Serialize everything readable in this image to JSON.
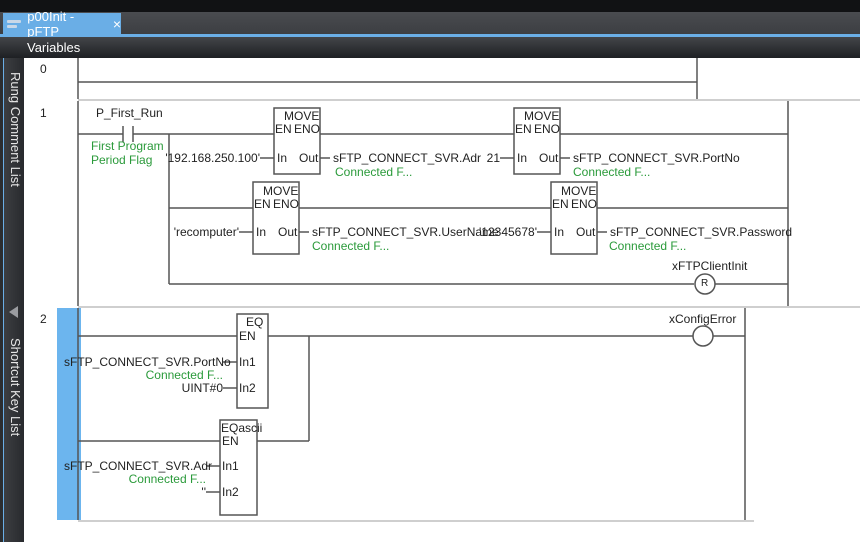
{
  "tab": {
    "title": "p00Init - pFTP",
    "close_label": "×",
    "icon": "program-icon"
  },
  "variables_bar": {
    "label": "Variables"
  },
  "side_panels": {
    "top": "Rung Comment List",
    "bottom": "Shortcut Key List"
  },
  "rungs": [
    {
      "number": "0"
    },
    {
      "number": "1",
      "contact": {
        "variable": "P_First_Run",
        "comment_line1": "First Program",
        "comment_line2": "Period Flag"
      },
      "blocks": [
        {
          "name": "MOVE",
          "en": "EN",
          "eno": "ENO",
          "in_pin": "In",
          "out_pin": "Out",
          "input": "'192.168.250.100'",
          "output": "sFTP_CONNECT_SVR.Adr",
          "output_comment": "Connected F..."
        },
        {
          "name": "MOVE",
          "en": "EN",
          "eno": "ENO",
          "in_pin": "In",
          "out_pin": "Out",
          "input": "21",
          "output": "sFTP_CONNECT_SVR.PortNo",
          "output_comment": "Connected F..."
        },
        {
          "name": "MOVE",
          "en": "EN",
          "eno": "ENO",
          "in_pin": "In",
          "out_pin": "Out",
          "input": "'recomputer'",
          "output": "sFTP_CONNECT_SVR.UserName",
          "output_comment": "Connected F..."
        },
        {
          "name": "MOVE",
          "en": "EN",
          "eno": "ENO",
          "in_pin": "In",
          "out_pin": "Out",
          "input": "'12345678'",
          "output": "sFTP_CONNECT_SVR.Password",
          "output_comment": "Connected F..."
        }
      ],
      "coil": {
        "variable": "xFTPClientInit",
        "type": "R"
      }
    },
    {
      "number": "2",
      "blocks": [
        {
          "name": "EQ",
          "en": "EN",
          "in1_pin": "In1",
          "in2_pin": "In2",
          "in1": "sFTP_CONNECT_SVR.PortNo",
          "in1_comment": "Connected F...",
          "in2": "UINT#0"
        },
        {
          "name": "EQascii",
          "en": "EN",
          "in1_pin": "In1",
          "in2_pin": "In2",
          "in1": "sFTP_CONNECT_SVR.Adr",
          "in1_comment": "Connected F...",
          "in2": "''"
        }
      ],
      "coil": {
        "variable": "xConfigError",
        "type": ""
      }
    }
  ],
  "colors": {
    "accent": "#6aaee6",
    "comment_green": "#2a9a3a",
    "selected_rung": "#6cb5ee"
  }
}
